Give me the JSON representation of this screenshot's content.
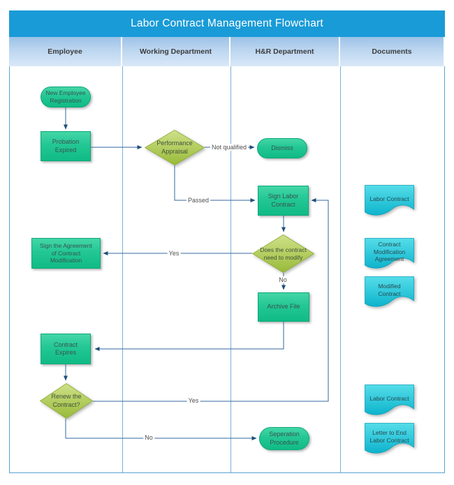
{
  "title": "Labor Contract Management Flowchart",
  "lanes": [
    {
      "label": "Employee"
    },
    {
      "label": "Working Department"
    },
    {
      "label": "H&R Department"
    },
    {
      "label": "Documents"
    }
  ],
  "nodes": {
    "start": {
      "type": "terminator",
      "label": "New Employee\nRegistration"
    },
    "probation": {
      "type": "process",
      "label": "Probation\nExpired"
    },
    "appraisal": {
      "type": "decision",
      "label": "Performance\nAppraisal"
    },
    "dismiss": {
      "type": "terminator",
      "label": "Dismiss"
    },
    "sign_labor_contract": {
      "type": "process",
      "label": "Sign Labor\nContract"
    },
    "modify_decision": {
      "type": "decision",
      "label": "Does the contract\nneed to modify"
    },
    "sign_agreement": {
      "type": "process",
      "label": "Sign the Agreement\nof Contract\nModification"
    },
    "archive_file": {
      "type": "process",
      "label": "Archive File"
    },
    "contract_expires": {
      "type": "process",
      "label": "Contract\nExpires"
    },
    "renew_decision": {
      "type": "decision",
      "label": "Renew the\nContract?"
    },
    "separation": {
      "type": "terminator",
      "label": "Seperation\nProcedure"
    }
  },
  "edge_labels": {
    "not_qualified": "Not qualified",
    "passed": "Passed",
    "modify_yes": "Yes",
    "modify_no": "No",
    "renew_yes": "Yes",
    "renew_no": "No"
  },
  "documents": [
    {
      "label": "Labor Contract"
    },
    {
      "label": "Contract\nModification\nAgreement"
    },
    {
      "label": "Modified\nContract"
    },
    {
      "label": "Labor Contract"
    },
    {
      "label": "Letter to End\nLabor Contract"
    }
  ],
  "colors": {
    "title_bar": "#199bd7",
    "header_fill": "#b5d2ef",
    "lane_border": "#76b0da",
    "process_fill_top": "#44d6a6",
    "process_fill_bottom": "#10bb85",
    "decision_fill_top": "#cfe18a",
    "decision_fill_bottom": "#98ba38",
    "document_fill_top": "#55dde9",
    "document_fill_bottom": "#0db3cc",
    "connector": "#35679f"
  }
}
